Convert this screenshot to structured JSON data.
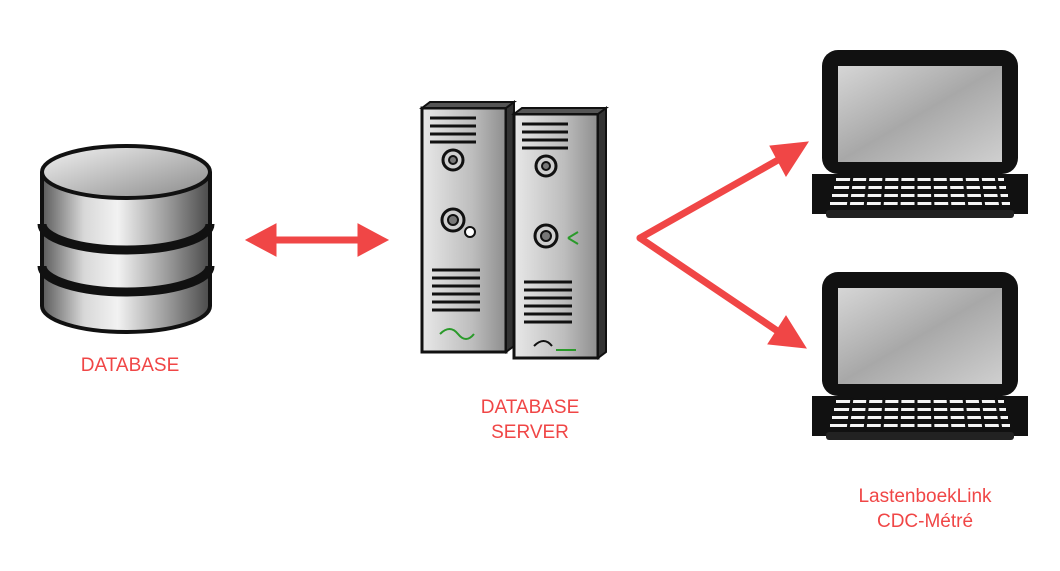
{
  "nodes": {
    "database": {
      "label": "DATABASE"
    },
    "server": {
      "label_line1": "DATABASE",
      "label_line2": "SERVER"
    },
    "clients": {
      "label_line1": "LastenboekLink",
      "label_line2": "CDC-Métré"
    }
  },
  "colors": {
    "arrow": "#f04646",
    "label": "#f04646",
    "device_dark": "#111111",
    "device_gray": "#9a9a9a"
  }
}
